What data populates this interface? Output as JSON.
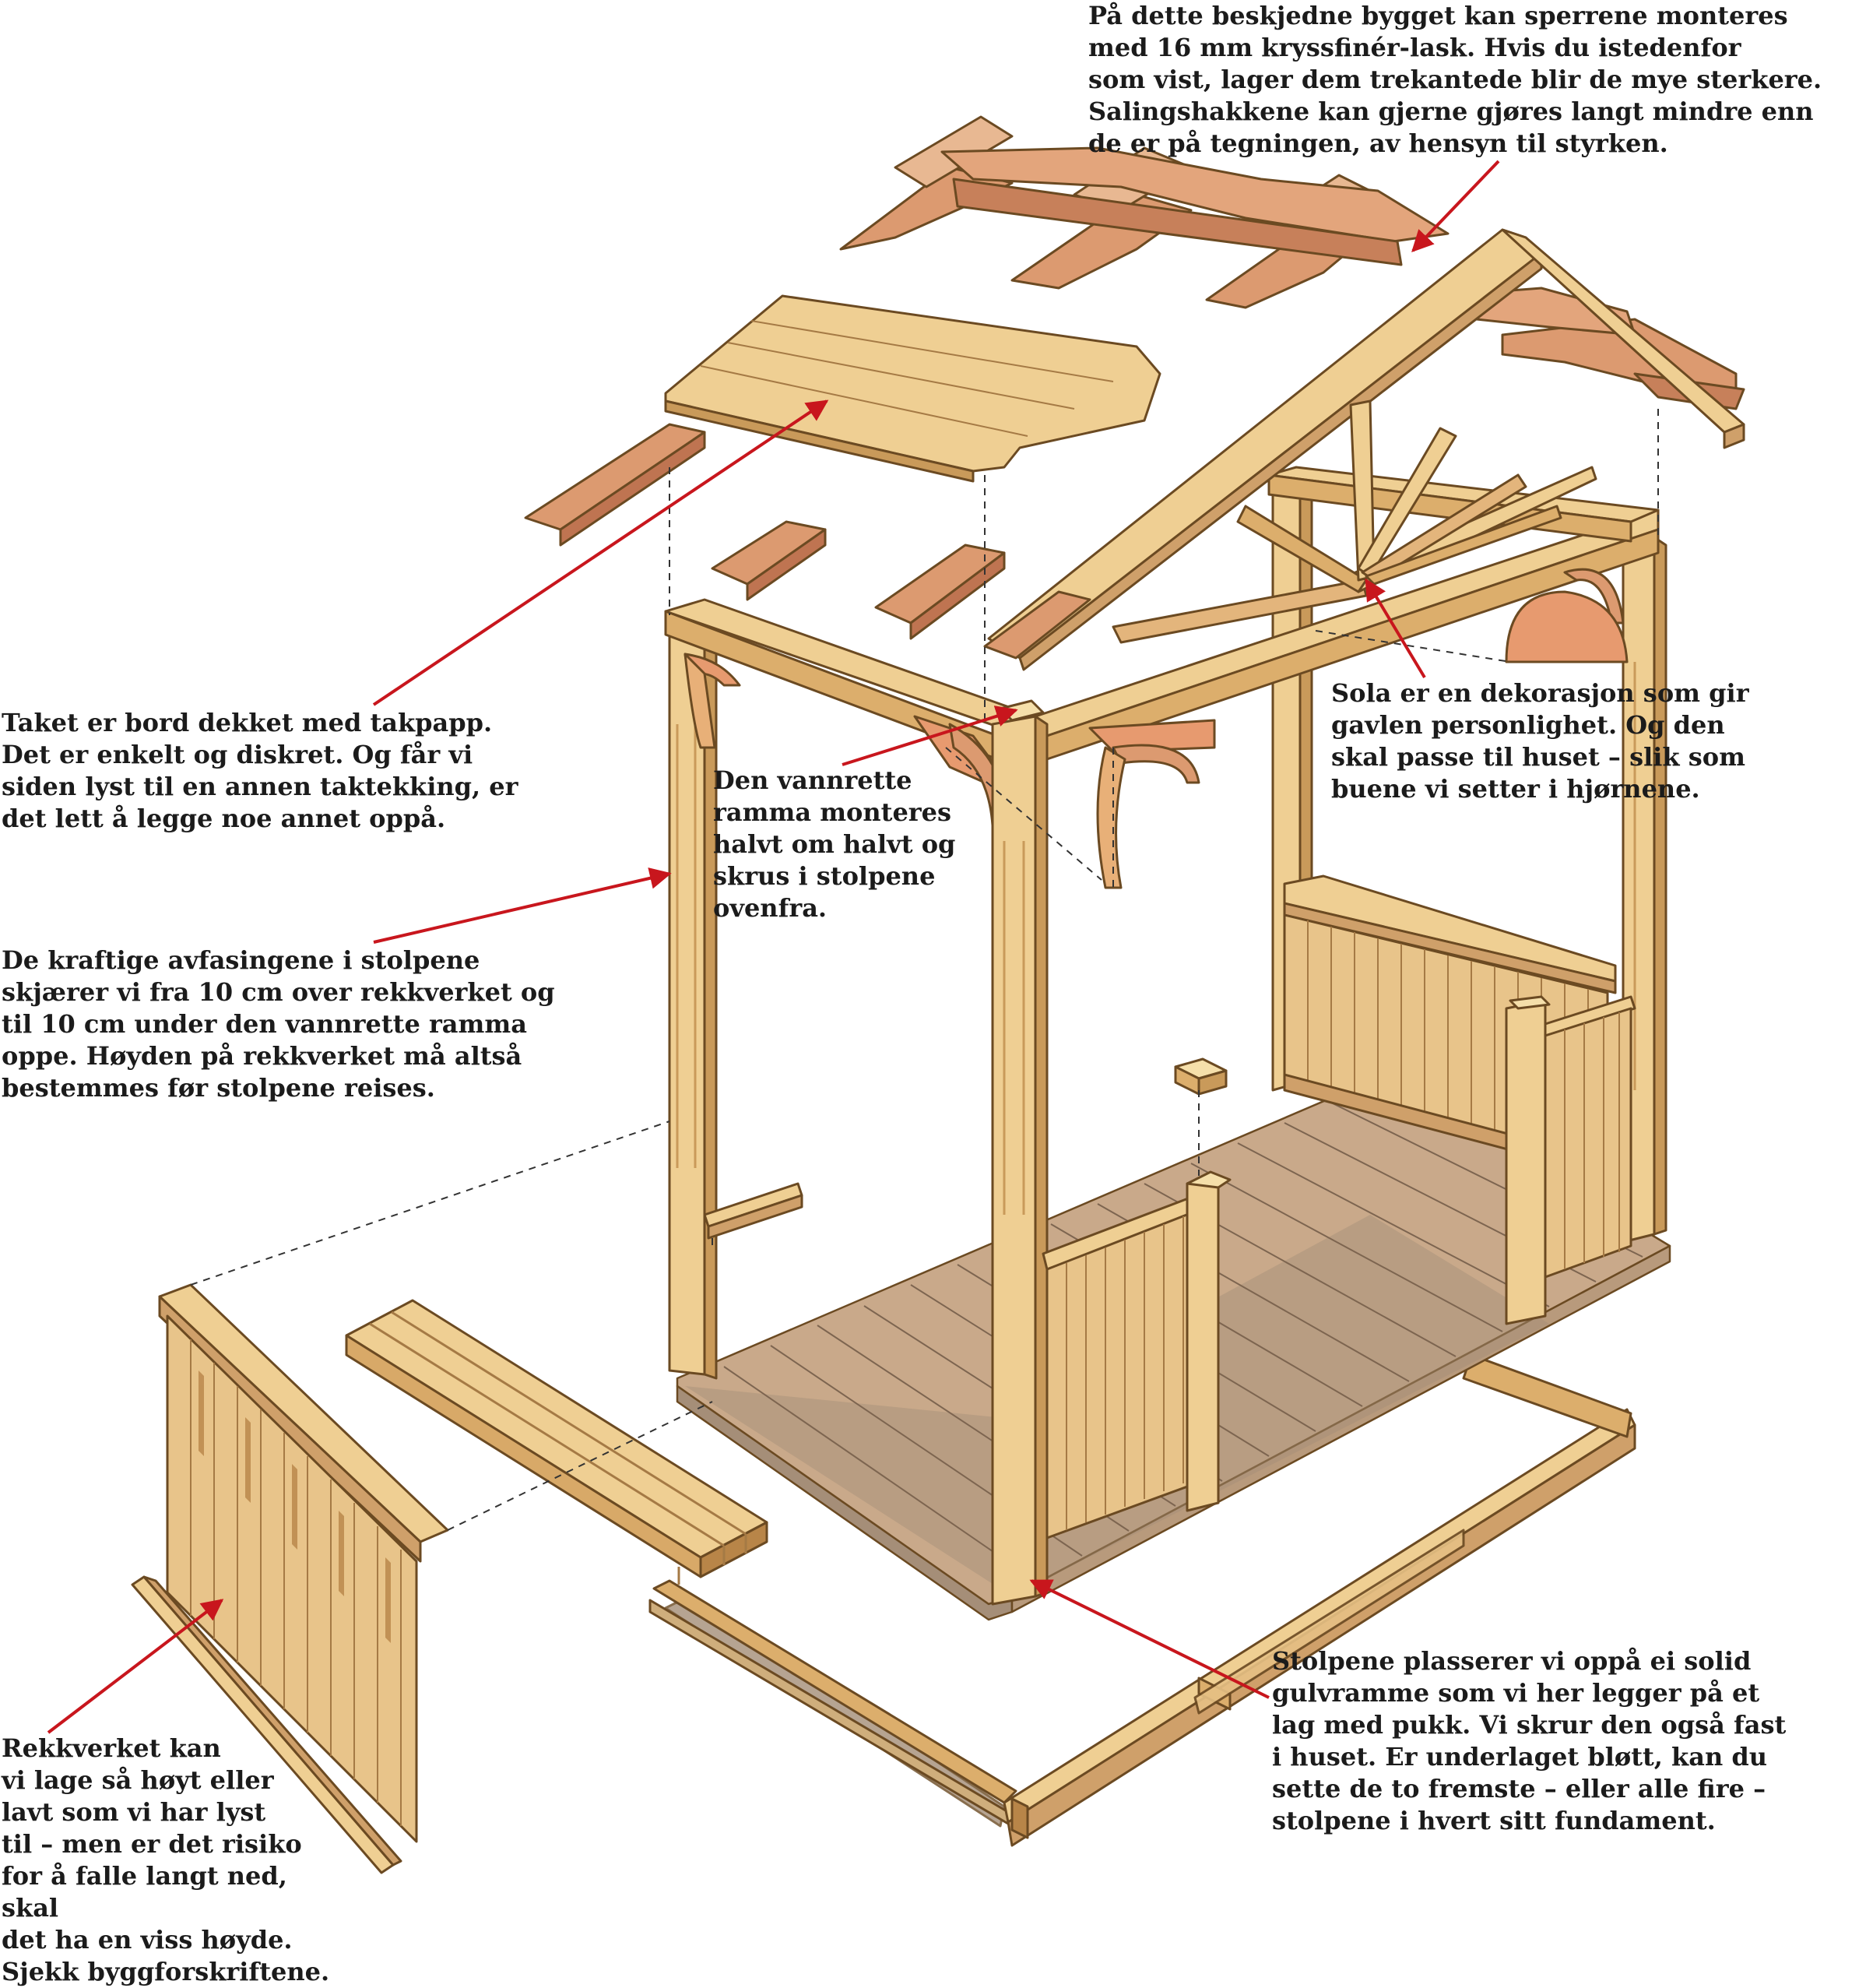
{
  "colors": {
    "wood_light": "#efcf93",
    "wood_mid": "#dcae6c",
    "wood_dark": "#b88548",
    "rafter": "#dc9a70",
    "rafter_dark": "#bf7451",
    "floor": "#c9a98a",
    "floor_shadow": "#a58e78",
    "outline": "#6b4a22",
    "arrow": "#c8161d",
    "text": "#1b1b1b"
  },
  "annotations": {
    "roof_rafters": "På dette beskjedne bygget kan sperrene monteres\nmed 16 mm kryssfinér-lask. Hvis du istedenfor\nsom vist, lager dem trekantede blir de mye sterkere.\nSalingshakkene kan gjerne gjøres langt mindre enn\nde er på tegningen, av hensyn til styrken.",
    "roof_boards": "Taket er bord dekket med takpapp.\nDet er enkelt og diskret. Og får vi\nsiden lyst til en annen taktekking, er\ndet lett å legge noe annet oppå.",
    "frame": "Den vannrette\nramma monteres\nhalvt om halvt og\nskrus i stolpene\novenfra.",
    "sun": "Sola er en dekorasjon som gir\ngavlen personlighet. Og den\nskal passe til huset – slik som\nbuene vi setter i hjørnene.",
    "posts": "De kraftige avfasingene i stolpene\nskjærer vi fra 10 cm over rekkverket og\ntil 10 cm under den vannrette ramma\noppe. Høyden på rekkverket må altså\nbestemmes før stolpene reises.",
    "foundation": "Stolpene plasserer vi oppå ei solid\ngulvramme som vi her legger på et\nlag med pukk. Vi skrur den også fast\ni huset. Er underlaget bløtt, kan du\nsette de to fremste – eller alle fire –\nstolpene i hvert sitt fundament.",
    "railing": "Rekkverket kan\nvi lage så høyt eller\nlavt som vi har lyst\ntil – men er det risiko\nfor å falle langt ned, skal\ndet ha en viss høyde.\nSjekk byggforskriftene."
  }
}
